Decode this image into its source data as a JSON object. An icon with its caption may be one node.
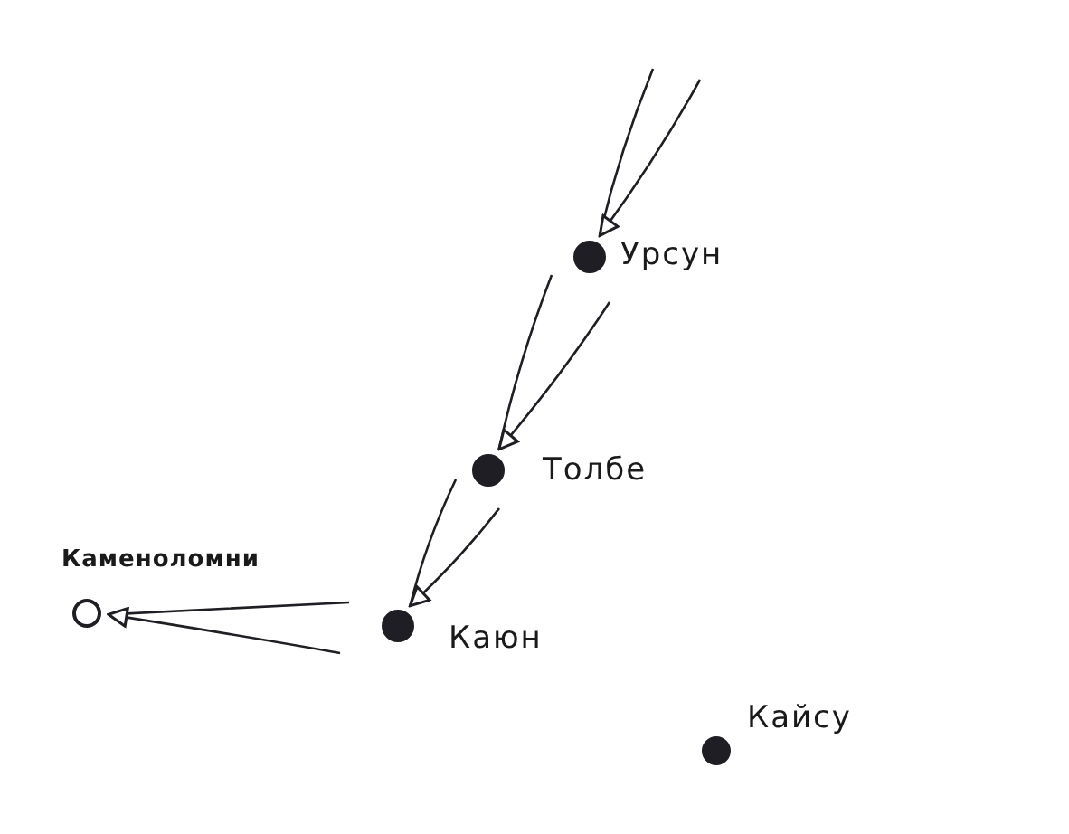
{
  "diagram": {
    "nodes": [
      {
        "text": [],
        "shape": "circle",
        "beside": [
          "Урсун"
        ]
      },
      {
        "text": [],
        "shape": "circle",
        "beside": [
          "Толбе"
        ]
      },
      {
        "text": [],
        "shape": "circle",
        "beside": [
          "Каюн"
        ]
      },
      {
        "text": [
          "Каменоломни"
        ]
      },
      {
        "text": [],
        "shape": "circle",
        "beside": [
          "Кайсу"
        ]
      }
    ],
    "edges": [
      {
        "from": null,
        "to": 0,
        "arrow": "to"
      },
      {
        "from": 0,
        "to": 1,
        "arrow": "to"
      },
      {
        "from": 1,
        "to": 2,
        "arrow": "to"
      },
      {
        "from": 2,
        "to": 3,
        "arrow": "to"
      }
    ]
  }
}
